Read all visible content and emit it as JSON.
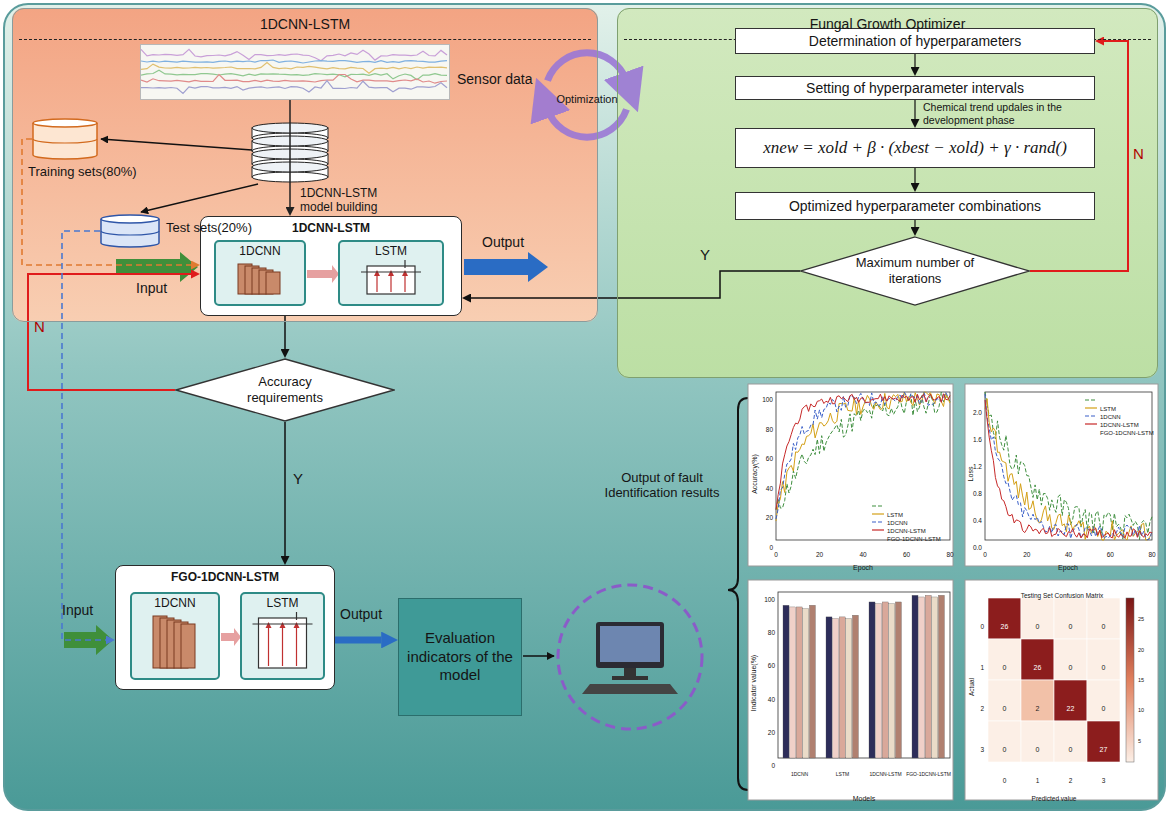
{
  "diagram": {
    "nodes": [
      {
        "text": [
          "1DCNN-LSTM"
        ]
      },
      {
        "text": [
          "Sensor data"
        ],
        "in": 0
      },
      {
        "text": [
          "Training sets(80%)"
        ],
        "in": 0
      },
      {
        "text": [
          "Test sets(20%)"
        ],
        "in": 0
      },
      {
        "text": [
          "1DCNN-LSTM"
        ],
        "in": 0
      },
      {
        "text": [
          "1DCNN"
        ],
        "in": 4
      },
      {
        "text": [
          "LSTM"
        ],
        "in": 4
      },
      {
        "text": [
          "Fungal Growth Optimizer"
        ]
      },
      {
        "text": [
          "Determination of hyperparameters"
        ],
        "in": 7
      },
      {
        "text": [
          "Setting of hyperparameter intervals"
        ],
        "in": 7
      },
      {
        "text": [
          "xnew = xold + β · (xbest − xold) + γ · rand()"
        ],
        "in": 7
      },
      {
        "text": [
          "Optimized hyperparameter combinations"
        ],
        "in": 7
      },
      {
        "text": [
          "Maximum number of iterations"
        ],
        "in": 7
      },
      {
        "text": [
          "Accuracy requirements"
        ]
      },
      {
        "text": [
          "FGO-1DCNN-LSTM"
        ]
      },
      {
        "text": [
          "1DCNN"
        ],
        "in": 14
      },
      {
        "text": [
          "LSTM"
        ],
        "in": 14
      },
      {
        "text": [
          "Evaluation indicators of the model"
        ]
      }
    ],
    "edges": [
      {
        "from": 1,
        "to": 4,
        "arrow": "to",
        "label": "1DCNN-LSTM model building"
      },
      {
        "from": 2,
        "to": 4,
        "arrow": "to",
        "label": "Input"
      },
      {
        "from": 13,
        "to": 4,
        "arrow": "to",
        "label": "N"
      },
      {
        "from": 3,
        "to": 14,
        "arrow": "to",
        "label": "Input"
      },
      {
        "from": 4,
        "to": 13,
        "arrow": "to"
      },
      {
        "from": 13,
        "to": 14,
        "arrow": "to",
        "label": "Y"
      },
      {
        "from": 14,
        "to": 17,
        "arrow": "to",
        "label": "Output"
      },
      {
        "from": 8,
        "to": 9,
        "arrow": "to"
      },
      {
        "from": 9,
        "to": 10,
        "arrow": "to",
        "label": "Chemical trend updales in the development phase"
      },
      {
        "from": 10,
        "to": 11,
        "arrow": "to"
      },
      {
        "from": 11,
        "to": 12,
        "arrow": "to"
      },
      {
        "from": 12,
        "to": 8,
        "arrow": "to",
        "label": "N"
      },
      {
        "from": 12,
        "to": 4,
        "arrow": "to",
        "label": "Y"
      }
    ],
    "labels": [
      "Output",
      "Optimization",
      "Output of fault Identification results",
      "Accuracy(%)",
      "Epoch",
      "LSTM",
      "1DCNN",
      "1DCNN-LSTM",
      "FGO-1DCNN-LSTM",
      "0",
      "20",
      "40",
      "60",
      "80",
      "0",
      "20",
      "40",
      "60",
      "80",
      "100",
      "Loss",
      "Epoch",
      "LSTM",
      "1DCNN",
      "1DCNN-LSTM",
      "FGO-1DCNN-LSTM",
      "0",
      "20",
      "40",
      "60",
      "80",
      "0.0",
      "0.4",
      "0.8",
      "1.2",
      "1.6",
      "2.0",
      "Indicator value(%)",
      "Models",
      "1DCNN",
      "LSTM",
      "1DCNN-LSTM",
      "FGO-1DCNN-LSTM",
      "0",
      "20",
      "40",
      "60",
      "80",
      "100",
      "Testing Set Confusion Matrix",
      "Predicted value",
      "Actual",
      "0",
      "1",
      "2",
      "3",
      "0",
      "1",
      "2",
      "3",
      "26",
      "0",
      "0",
      "0",
      "0",
      "26",
      "0",
      "0",
      "0",
      "2",
      "22",
      "0",
      "0",
      "0",
      "0",
      "27",
      "5",
      "10",
      "15",
      "20",
      "25"
    ]
  }
}
